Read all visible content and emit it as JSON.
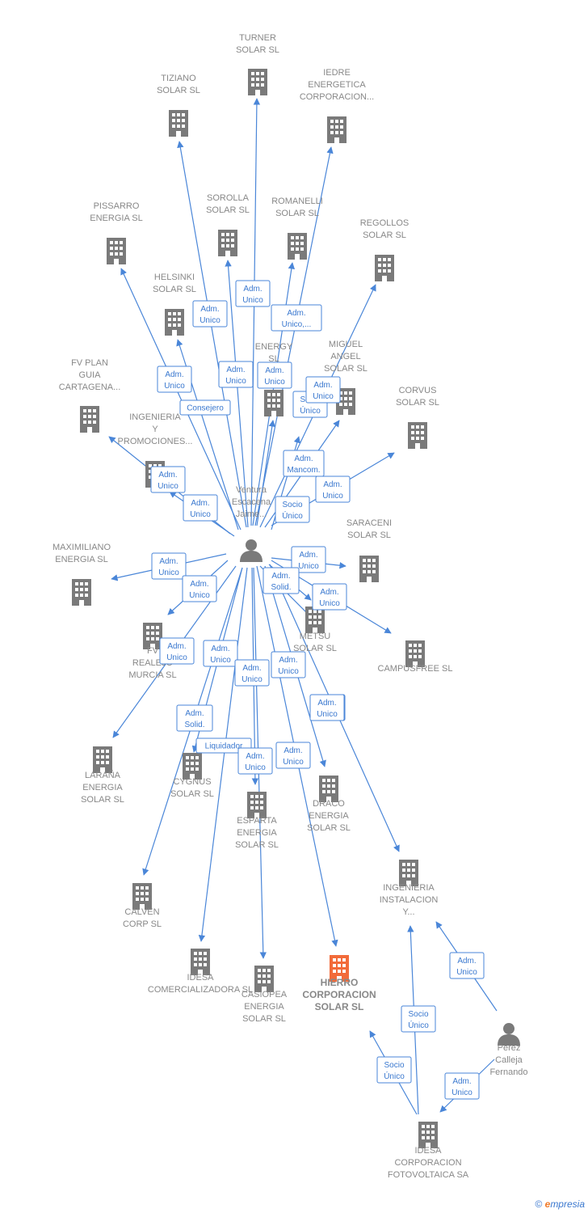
{
  "colors": {
    "building": "#7a7a7a",
    "highlight": "#f26b3a",
    "person": "#7a7a7a",
    "edge": "#4a86d8"
  },
  "nodes": [
    {
      "id": "turner",
      "kind": "company",
      "lines": [
        "TURNER",
        "SOLAR SL"
      ]
    },
    {
      "id": "tiziano",
      "kind": "company",
      "lines": [
        "TIZIANO",
        "SOLAR SL"
      ]
    },
    {
      "id": "iedre",
      "kind": "company",
      "lines": [
        "IEDRE",
        "ENERGETICA",
        "CORPORACION..."
      ]
    },
    {
      "id": "pissarro",
      "kind": "company",
      "lines": [
        "PISSARRO",
        "ENERGIA SL"
      ]
    },
    {
      "id": "sorolla",
      "kind": "company",
      "lines": [
        "SOROLLA",
        "SOLAR SL"
      ]
    },
    {
      "id": "romanelli",
      "kind": "company",
      "lines": [
        "ROMANELLI",
        "SOLAR SL"
      ]
    },
    {
      "id": "regollos",
      "kind": "company",
      "lines": [
        "REGOLLOS",
        "SOLAR SL"
      ]
    },
    {
      "id": "helsinki",
      "kind": "company",
      "lines": [
        "HELSINKI",
        "SOLAR SL"
      ]
    },
    {
      "id": "energy",
      "kind": "company",
      "lines": [
        "ENERGY",
        "SL"
      ]
    },
    {
      "id": "miguel",
      "kind": "company",
      "lines": [
        "MIGUEL",
        "ANGEL",
        "SOLAR SL"
      ]
    },
    {
      "id": "fvplan",
      "kind": "company",
      "lines": [
        "FV PLAN",
        "GUIA",
        "CARTAGENA..."
      ]
    },
    {
      "id": "corvus",
      "kind": "company",
      "lines": [
        "CORVUS",
        "SOLAR SL"
      ]
    },
    {
      "id": "ingprom",
      "kind": "company",
      "lines": [
        "INGENIERIA",
        "Y",
        "PROMOCIONES..."
      ]
    },
    {
      "id": "ventura",
      "kind": "person",
      "lines": [
        "Ventura",
        "Escacena",
        "Jaime..."
      ]
    },
    {
      "id": "maximiliano",
      "kind": "company",
      "lines": [
        "MAXIMILIANO",
        "ENERGIA SL"
      ]
    },
    {
      "id": "saraceni",
      "kind": "company",
      "lines": [
        "SARACENI",
        "SOLAR SL"
      ]
    },
    {
      "id": "fvrealejo",
      "kind": "company",
      "lines": [
        "FV",
        "REALEJO",
        "MURCIA SL"
      ]
    },
    {
      "id": "metsu",
      "kind": "company",
      "lines": [
        "METSU",
        "SOLAR SL"
      ]
    },
    {
      "id": "campusfree",
      "kind": "company",
      "lines": [
        "CAMPUSFREE SL"
      ]
    },
    {
      "id": "larana",
      "kind": "company",
      "lines": [
        "LARAÑA",
        "ENERGIA",
        "SOLAR SL"
      ]
    },
    {
      "id": "cygnus",
      "kind": "company",
      "lines": [
        "CYGNUS",
        "SOLAR SL"
      ]
    },
    {
      "id": "esparta",
      "kind": "company",
      "lines": [
        "ESPARTA",
        "ENERGIA",
        "SOLAR SL"
      ]
    },
    {
      "id": "draco",
      "kind": "company",
      "lines": [
        "DRACO",
        "ENERGIA",
        "SOLAR SL"
      ]
    },
    {
      "id": "inginst",
      "kind": "company",
      "lines": [
        "INGENIERIA",
        "INSTALACION",
        "Y..."
      ]
    },
    {
      "id": "calven",
      "kind": "company",
      "lines": [
        "CALVEN",
        "CORP SL"
      ]
    },
    {
      "id": "idesacom",
      "kind": "company",
      "lines": [
        "IDESA",
        "COMERCIALIZADORA SL"
      ]
    },
    {
      "id": "casiopea",
      "kind": "company",
      "lines": [
        "CASIOPEA",
        "ENERGIA",
        "SOLAR SL"
      ]
    },
    {
      "id": "hierro",
      "kind": "company",
      "highlight": true,
      "lines": [
        "HIERRO",
        "CORPORACION",
        "SOLAR SL"
      ]
    },
    {
      "id": "perez",
      "kind": "person",
      "lines": [
        "Perez",
        "Calleja",
        "Fernando"
      ]
    },
    {
      "id": "idesacorp",
      "kind": "company",
      "lines": [
        "IDESA",
        "CORPORACION",
        "FOTOVOLTAICA SA"
      ]
    }
  ],
  "badges": [
    {
      "id": "b1",
      "lines": [
        "Adm.",
        "Unico"
      ]
    },
    {
      "id": "b2",
      "lines": [
        "Adm.",
        "Unico"
      ]
    },
    {
      "id": "b3",
      "lines": [
        "Adm.",
        "Unico,..."
      ]
    },
    {
      "id": "b4",
      "lines": [
        "Adm.",
        "Unico"
      ]
    },
    {
      "id": "b5",
      "lines": [
        "Adm.",
        "Unico"
      ]
    },
    {
      "id": "b6",
      "lines": [
        "Adm.",
        "Unico"
      ]
    },
    {
      "id": "b7",
      "lines": [
        "Adm.",
        "Unico"
      ]
    },
    {
      "id": "b8",
      "lines": [
        "Consejero"
      ]
    },
    {
      "id": "b9",
      "lines": [
        "Adm.",
        "Unico"
      ]
    },
    {
      "id": "b10",
      "lines": [
        "Socio",
        "Único"
      ]
    },
    {
      "id": "b11",
      "lines": [
        "Adm.",
        "Mancom."
      ]
    },
    {
      "id": "b12",
      "lines": [
        "Adm.",
        "Unico"
      ]
    },
    {
      "id": "b13",
      "lines": [
        "Adm.",
        "Unico"
      ]
    },
    {
      "id": "b14",
      "lines": [
        "Adm.",
        "Unico"
      ]
    },
    {
      "id": "b15",
      "lines": [
        "Socio",
        "Único"
      ]
    },
    {
      "id": "b16",
      "lines": [
        "Adm.",
        "Unico"
      ]
    },
    {
      "id": "b17",
      "lines": [
        "Adm.",
        "Unico"
      ]
    },
    {
      "id": "b18",
      "lines": [
        "Adm.",
        "Unico"
      ]
    },
    {
      "id": "b19",
      "lines": [
        "Adm.",
        "Solid."
      ]
    },
    {
      "id": "b20",
      "lines": [
        "Adm.",
        "Unico"
      ]
    },
    {
      "id": "b21",
      "lines": [
        "Adm.",
        "Unico"
      ]
    },
    {
      "id": "b22",
      "lines": [
        "Adm.",
        "Unico"
      ]
    },
    {
      "id": "b23",
      "lines": [
        "Adm.",
        "Unico"
      ]
    },
    {
      "id": "b24",
      "lines": [
        "Adm.",
        "Unico"
      ]
    },
    {
      "id": "b25",
      "lines": [
        "Adm.",
        "Unico"
      ]
    },
    {
      "id": "b26",
      "lines": [
        "Adm.",
        "Solid."
      ]
    },
    {
      "id": "b27",
      "lines": [
        "Liquidador"
      ]
    },
    {
      "id": "b28",
      "lines": [
        "Adm.",
        "Unico"
      ]
    },
    {
      "id": "b29",
      "lines": [
        "Adm.",
        "Unico"
      ]
    },
    {
      "id": "b30",
      "lines": [
        "Adm.",
        "Unico"
      ]
    },
    {
      "id": "b31",
      "lines": [
        "Socio",
        "Único"
      ]
    },
    {
      "id": "b32",
      "lines": [
        "Socio",
        "Único"
      ]
    },
    {
      "id": "b33",
      "lines": [
        "Adm.",
        "Unico"
      ]
    }
  ],
  "footer": {
    "copyright": "©",
    "brand_initial": "e",
    "brand_rest": "mpresia"
  }
}
